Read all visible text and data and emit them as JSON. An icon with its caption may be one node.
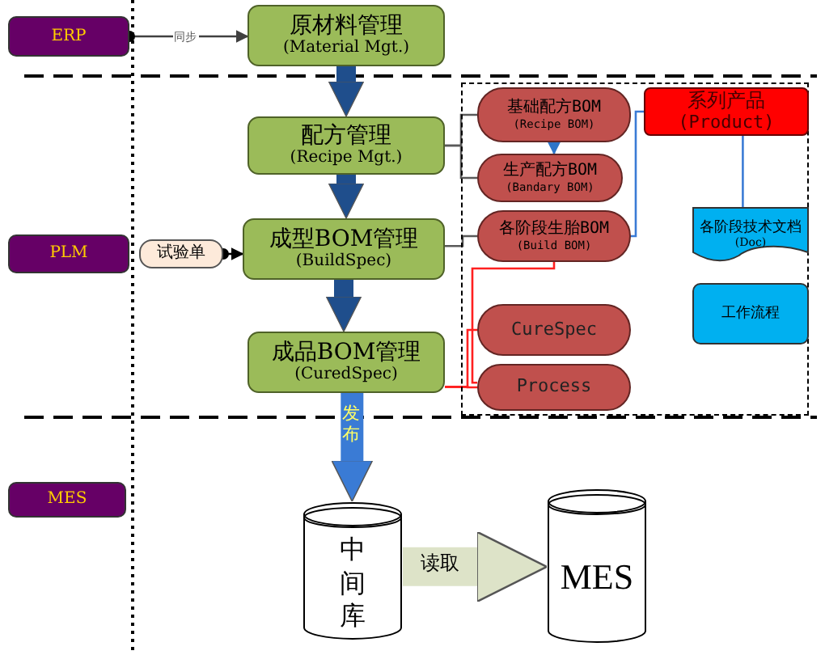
{
  "diagram": {
    "nodes": [
      {
        "text": [
          "ERP"
        ]
      },
      {
        "text": [
          "原材料管理",
          "(Material Mgt.)"
        ]
      },
      {
        "text": [
          "配方管理",
          "(Recipe Mgt.)"
        ]
      },
      {
        "text": [
          "PLM"
        ]
      },
      {
        "text": [
          "试验单"
        ]
      },
      {
        "text": [
          "成型BOM管理",
          "(BuildSpec)"
        ]
      },
      {
        "text": [
          "成品BOM管理",
          "(CuredSpec)"
        ]
      },
      {
        "text": [
          "MES"
        ]
      },
      {
        "text": [],
        "shape": "box"
      },
      {
        "text": [
          "基础配方BOM",
          "(Recipe BOM)"
        ],
        "in": 8
      },
      {
        "text": [
          "生产配方BOM",
          "(Bandary BOM)"
        ],
        "in": 8
      },
      {
        "text": [
          "各阶段生胎BOM",
          "(Build BOM)"
        ],
        "in": 8
      },
      {
        "text": [
          "CureSpec"
        ],
        "in": 8
      },
      {
        "text": [
          "Process"
        ],
        "in": 8
      },
      {
        "text": [
          "系列产品",
          "(Product)"
        ],
        "in": 8
      },
      {
        "text": [
          "各阶段技术文档",
          "(Doc)"
        ],
        "in": 8
      },
      {
        "text": [
          "工作流程"
        ],
        "in": 8
      },
      {
        "text": [
          "中间库"
        ]
      },
      {
        "text": [
          "MES"
        ]
      }
    ],
    "edges": [
      {
        "from": 0,
        "to": 1,
        "arrow": "to",
        "label": "同步",
        "color": "#404040"
      },
      {
        "from": 1,
        "to": 2,
        "arrow": "to",
        "style": "thick",
        "color": "#1f4e8c"
      },
      {
        "from": 2,
        "to": 5,
        "arrow": "to",
        "style": "thick",
        "color": "#1f4e8c"
      },
      {
        "from": 5,
        "to": 6,
        "arrow": "to",
        "style": "thick",
        "color": "#1f4e8c"
      },
      {
        "from": 4,
        "to": 5,
        "arrow": "to",
        "color": "#000000"
      },
      {
        "from": 6,
        "to": 17,
        "arrow": "to",
        "label": "发布",
        "style": "thick",
        "color": "#3a7bd5"
      },
      {
        "from": 17,
        "to": 18,
        "arrow": "to",
        "label": "读取",
        "style": "thick",
        "color": "#dde3c8"
      },
      {
        "from": 9,
        "to": 10,
        "arrow": "to",
        "color": "#2e75c8"
      },
      {
        "from": 2,
        "to": 9,
        "arrow": "none",
        "color": "#595959"
      },
      {
        "from": 2,
        "to": 10,
        "arrow": "none",
        "color": "#595959"
      },
      {
        "from": 5,
        "to": 11,
        "arrow": "none",
        "color": "#595959"
      },
      {
        "from": 6,
        "to": 12,
        "arrow": "none",
        "color": "#ff2020"
      },
      {
        "from": 6,
        "to": 13,
        "arrow": "none",
        "color": "#ff2020"
      },
      {
        "from": 11,
        "to": 13,
        "arrow": "none",
        "color": "#ff2020"
      },
      {
        "from": 11,
        "to": 14,
        "arrow": "none",
        "color": "#3a7bd5"
      },
      {
        "from": 14,
        "to": 15,
        "arrow": "none",
        "color": "#3a7bd5"
      }
    ]
  }
}
